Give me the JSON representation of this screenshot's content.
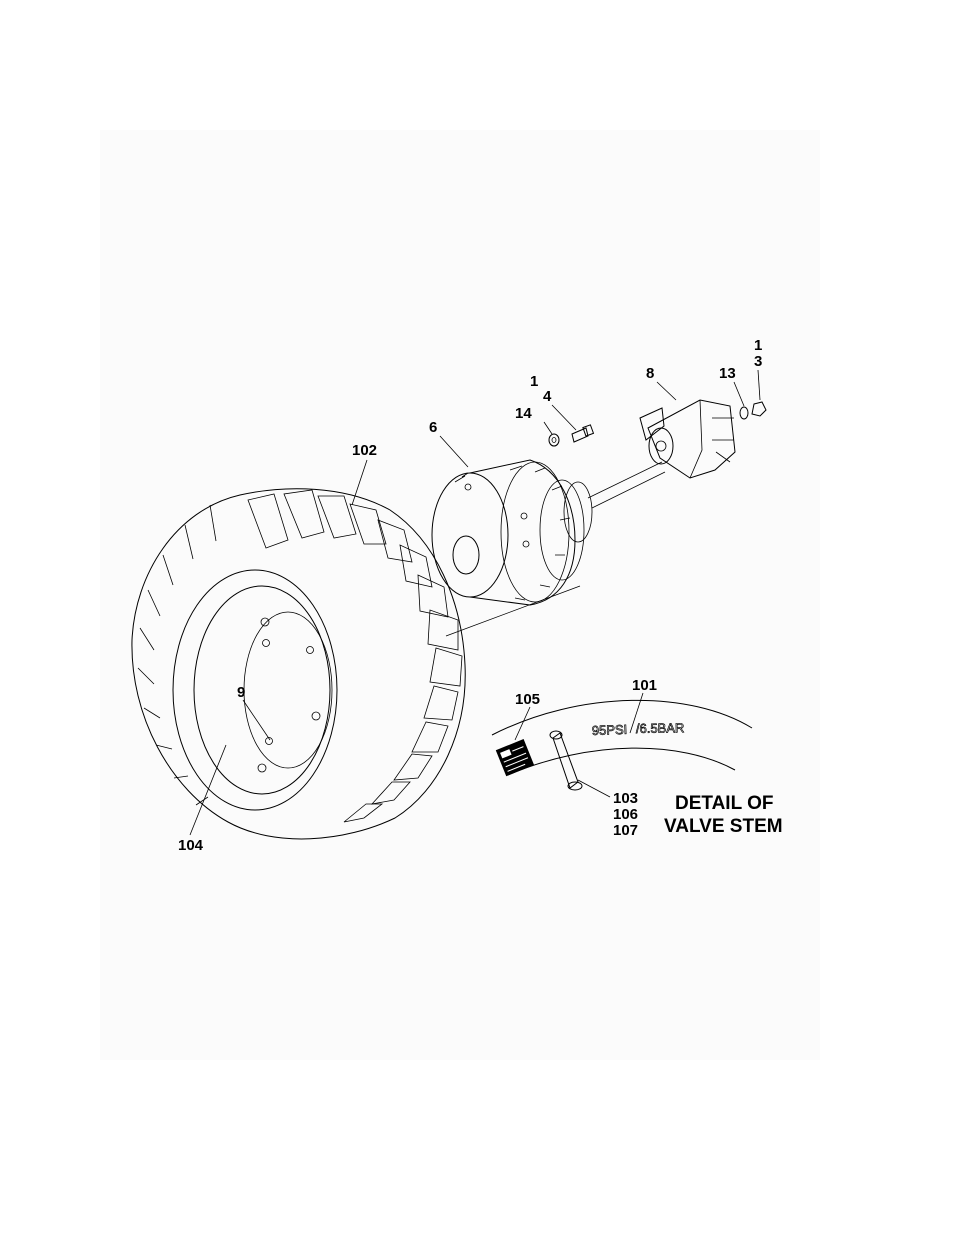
{
  "callouts": {
    "c1_top": "1",
    "c3": "3",
    "c8": "8",
    "c13": "13",
    "c1_mid": "1",
    "c4": "4",
    "c14": "14",
    "c6": "6",
    "c102": "102",
    "c9": "9",
    "c104": "104",
    "c105": "105",
    "c101": "101",
    "c103": "103",
    "c106": "106",
    "c107": "107"
  },
  "detail": {
    "title_line1": "DETAIL OF",
    "title_line2": "VALVE STEM",
    "tire_marking_psi": "95PSI",
    "tire_marking_bar": "/6.5BAR"
  }
}
